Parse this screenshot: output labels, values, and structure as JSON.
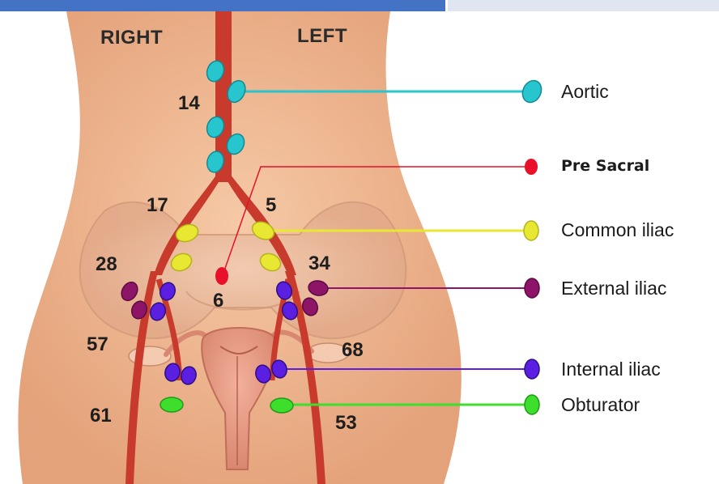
{
  "header": {
    "left_label": "RIGHT",
    "right_label": "LEFT"
  },
  "node_groups": [
    {
      "name": "Aortic",
      "color": "#27c6cf",
      "count_labels": [
        "14"
      ]
    },
    {
      "name": "Pre Sacral",
      "color": "#e8102a",
      "count_labels": [
        "6"
      ]
    },
    {
      "name": "Common iliac",
      "color": "#e8e832",
      "count_labels": [
        "17",
        "5"
      ]
    },
    {
      "name": "External iliac",
      "color": "#8e1468",
      "count_labels": [
        "28",
        "34"
      ]
    },
    {
      "name": "Internal iliac",
      "color": "#5a1fe0",
      "count_labels": [
        "57",
        "68"
      ]
    },
    {
      "name": "Obturator",
      "color": "#3ddf2c",
      "count_labels": [
        "61",
        "53"
      ]
    }
  ],
  "counts": {
    "aortic": "14",
    "pre_sacral": "6",
    "common_right": "17",
    "common_left": "5",
    "external_right": "28",
    "external_left": "34",
    "internal_right": "57",
    "internal_left": "68",
    "obturator_right": "61",
    "obturator_left": "53"
  },
  "legend": {
    "aortic": "Aortic",
    "pre_sacral": "Pre Sacral",
    "common_iliac": "Common iliac",
    "external_iliac": "External iliac",
    "internal_iliac": "Internal iliac",
    "obturator": "Obturator"
  }
}
